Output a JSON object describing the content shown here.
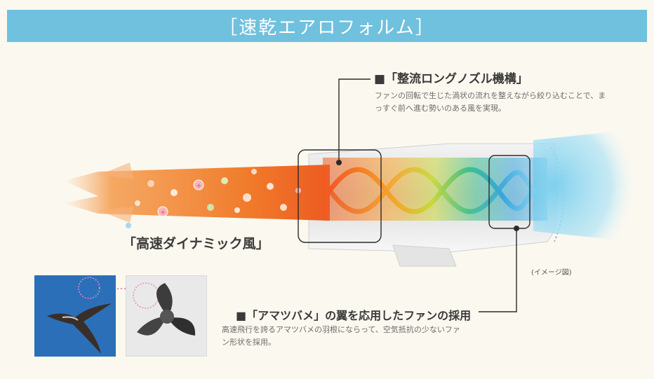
{
  "banner": {
    "title": "［速乾エアロフォルム］"
  },
  "callouts": {
    "straightening_nozzle": {
      "heading": "■「整流ロングノズル機構」",
      "description": "ファンの回転で生じた渦状の流れを整えながら絞り込むことで、まっすぐ前へ進む勢いのある風を実現。"
    },
    "dynamic_wind": {
      "label": "「高速ダイナミック風」"
    },
    "swallow_fan": {
      "heading": "■「アマツバメ」の翼を応用したファンの採用",
      "description": "高速飛行を誇るアマツバメの羽根にならって、空気抵抗の少ないファン形状を採用。"
    },
    "image_note": "(イメージ図)"
  },
  "colors": {
    "banner": "#6fc1de",
    "warm_air": "#f07a2a",
    "cool_air": "#7fd0ee",
    "callout_line": "#2a2a2a"
  },
  "icons": {
    "swallow_photo": "swallow-bird-photo",
    "fan_photo": "fan-blade-photo"
  }
}
